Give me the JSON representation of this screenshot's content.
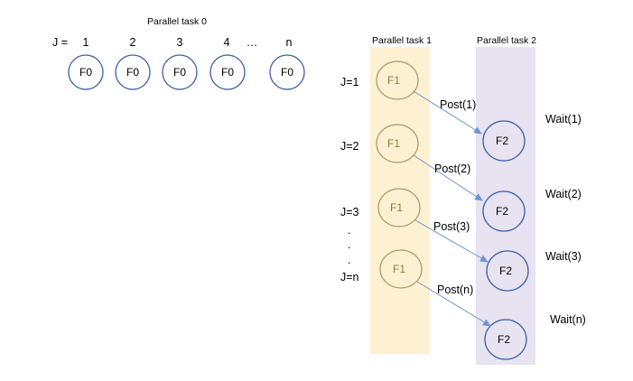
{
  "task0": {
    "title": "Parallel task 0",
    "j_label": "J =",
    "indices": [
      "1",
      "2",
      "3",
      "4",
      "…",
      "n"
    ],
    "node_label": "F0",
    "node_color": "#3f5fa8"
  },
  "task1": {
    "title": "Parallel task 1",
    "band_color": "#fdf1d2",
    "node_stroke": "#a99a62",
    "node_label": "F1"
  },
  "task2": {
    "title": "Parallel task 2",
    "band_color": "#e7e3f1",
    "node_stroke": "#3f5fa8",
    "node_label": "F2"
  },
  "j_labels": [
    "J=1",
    "J=2",
    "J=3",
    ".",
    ".",
    ".",
    "J=n"
  ],
  "posts": [
    "Post(1)",
    "Post(2)",
    "Post(3)",
    "Post(n)"
  ],
  "waits": [
    "Wait(1)",
    "Wait(2)",
    "Wait(3)",
    "Wait(n)"
  ],
  "arrow_color": "#6f93cf"
}
